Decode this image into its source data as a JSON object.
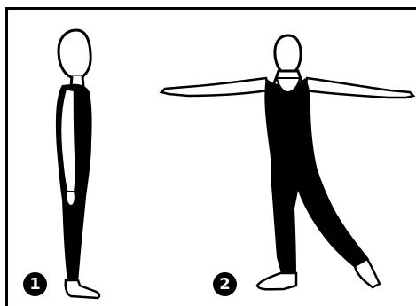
{
  "illustration": {
    "steps": [
      {
        "number": "1",
        "pose": "standing-profile"
      },
      {
        "number": "2",
        "pose": "arms-extended-leg-side"
      }
    ],
    "colors": {
      "leotard": "#000000",
      "outline": "#000000",
      "skin": "#ffffff",
      "badge": "#000000",
      "badge_text": "#ffffff"
    }
  }
}
